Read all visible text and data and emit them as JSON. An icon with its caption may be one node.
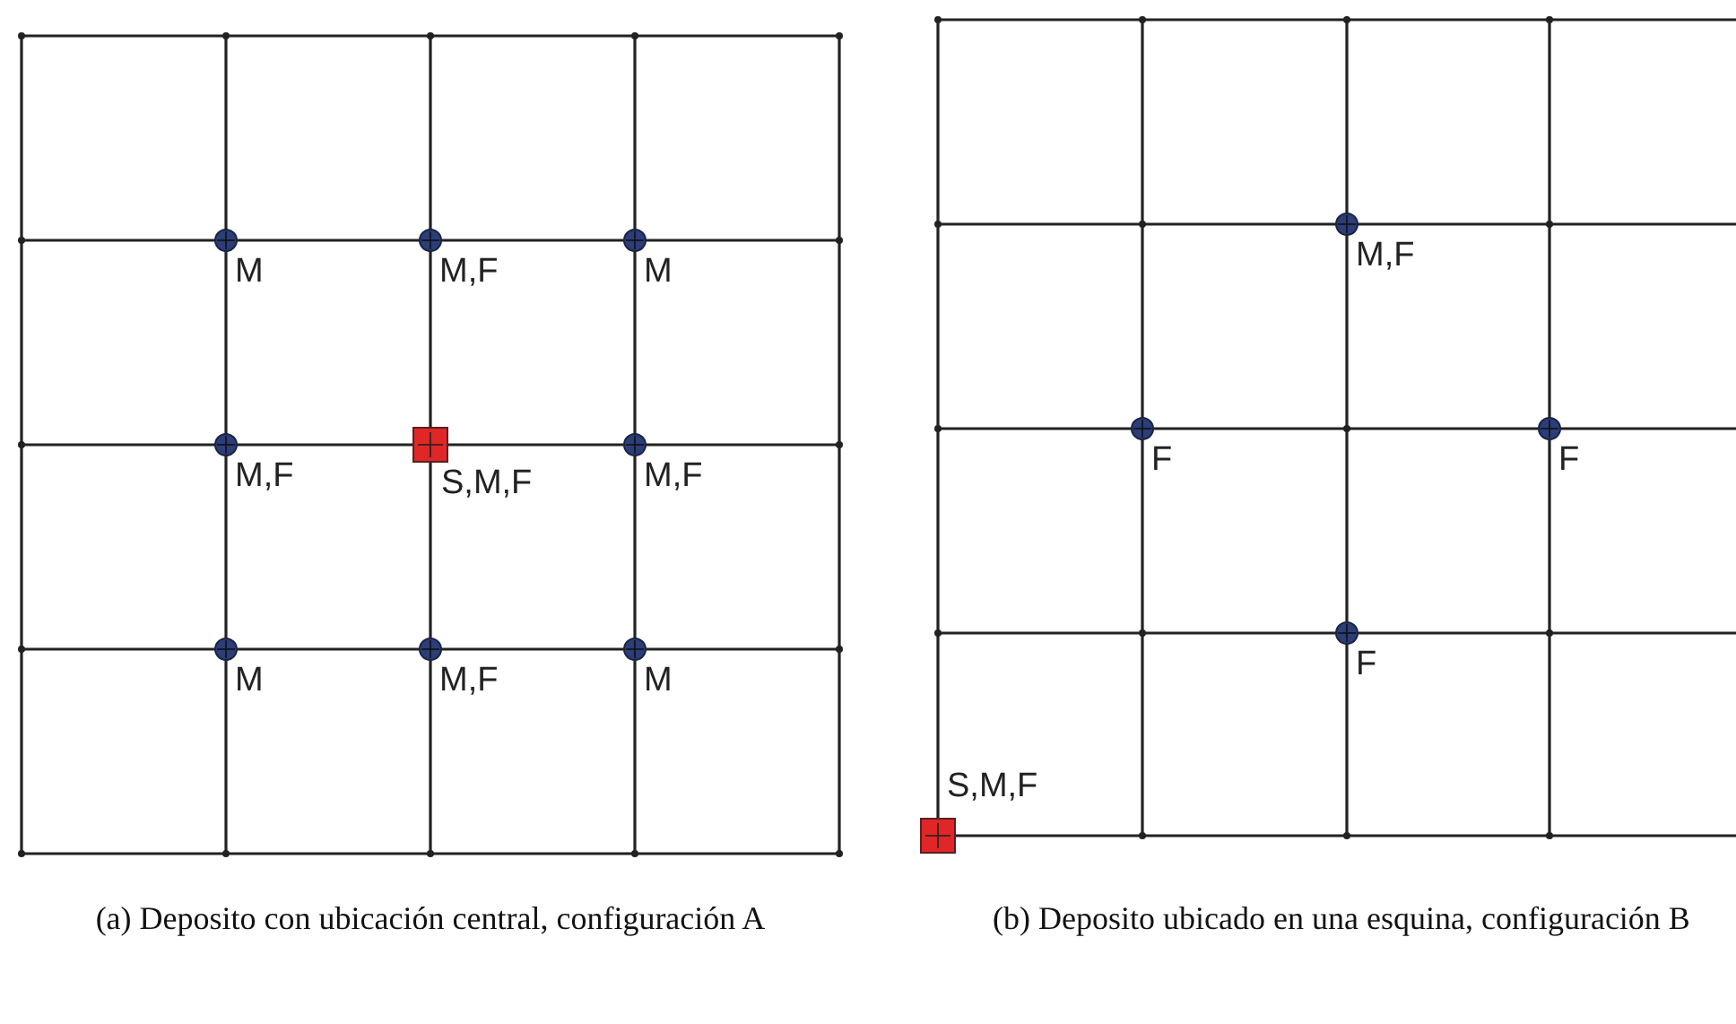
{
  "diagram": {
    "nodes": [
      {
        "text": [],
        "shape": "circle",
        "beside": [
          "M"
        ]
      },
      {
        "text": [],
        "shape": "circle",
        "beside": [
          "M,F"
        ]
      },
      {
        "text": [],
        "shape": "circle",
        "beside": [
          "M"
        ]
      },
      {
        "text": [],
        "shape": "circle",
        "beside": [
          "M,F"
        ]
      },
      {
        "text": [],
        "shape": "box",
        "beside": [
          "S,M,F"
        ]
      },
      {
        "text": [],
        "shape": "circle",
        "beside": [
          "M,F"
        ]
      },
      {
        "text": [],
        "shape": "circle",
        "beside": [
          "M"
        ]
      },
      {
        "text": [],
        "shape": "circle",
        "beside": [
          "M,F"
        ]
      },
      {
        "text": [],
        "shape": "circle",
        "beside": [
          "M"
        ]
      },
      {
        "text": [],
        "shape": "circle",
        "beside": [
          "M,F"
        ]
      },
      {
        "text": [],
        "shape": "circle",
        "beside": [
          "F"
        ]
      },
      {
        "text": [],
        "shape": "circle",
        "beside": [
          "F"
        ]
      },
      {
        "text": [],
        "shape": "circle",
        "beside": [
          "F"
        ]
      },
      {
        "text": [],
        "shape": "box",
        "beside": [
          "S,M,F"
        ]
      }
    ],
    "labels": [
      "(a) Deposito con ubicación central, configuración A",
      "(b) Deposito ubicado en una esquina, configuración B"
    ]
  }
}
